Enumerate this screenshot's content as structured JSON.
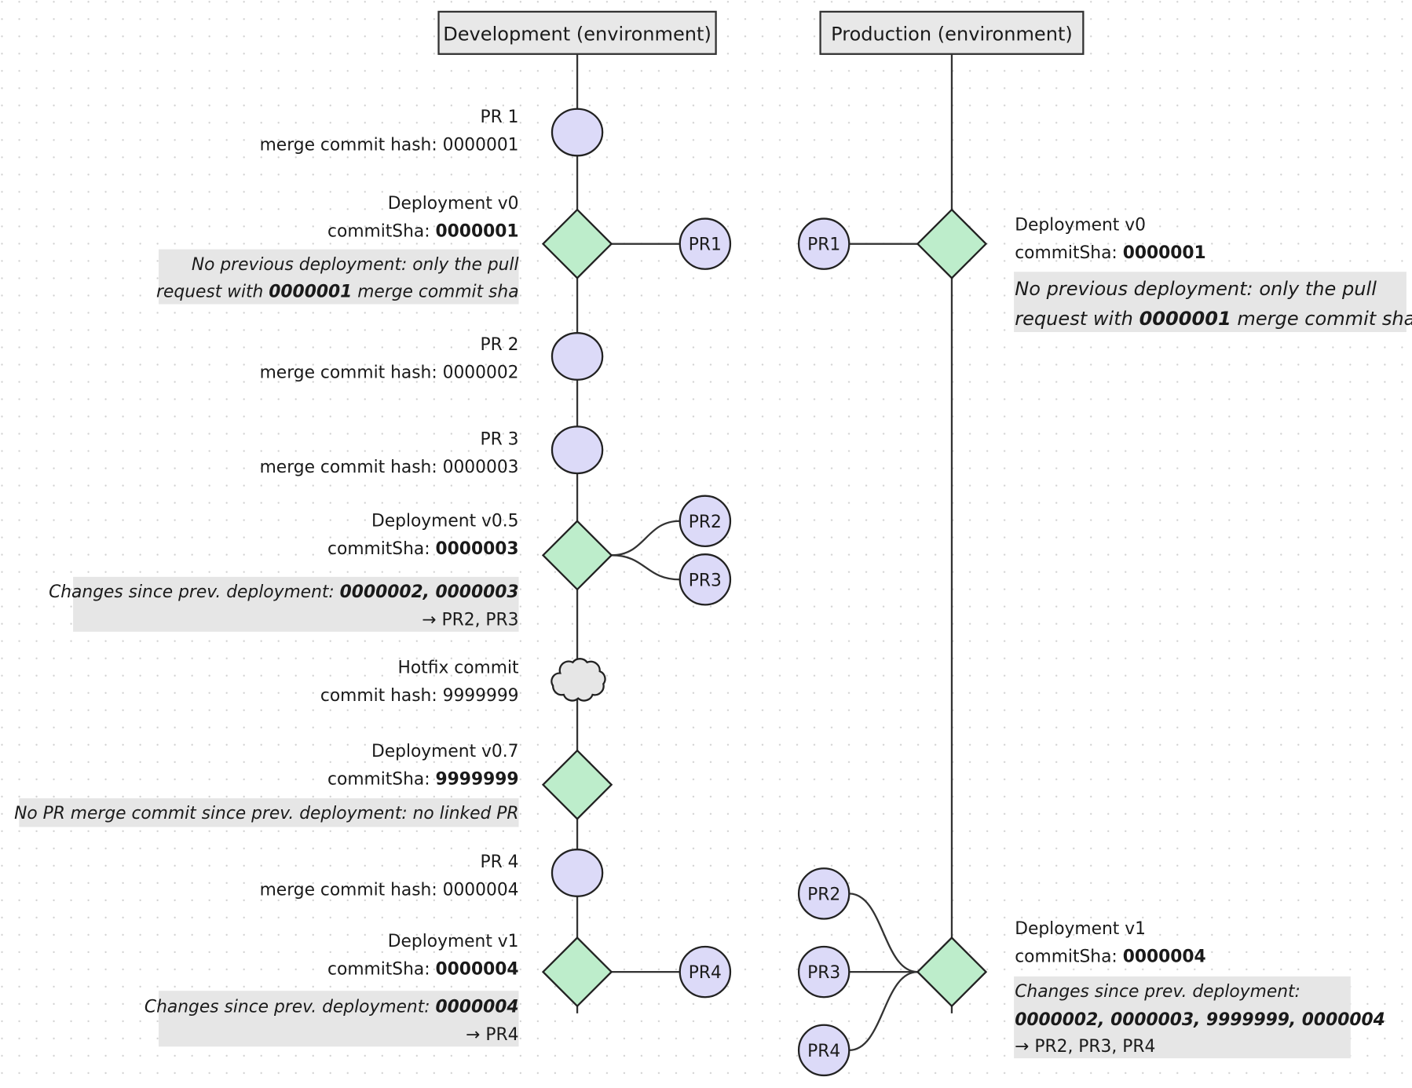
{
  "environments": {
    "development": "Development (environment)",
    "production": "Production (environment)"
  },
  "colors": {
    "pr_node": "#dcdaf8",
    "deployment_node": "#bdedcb",
    "hotfix_node": "#e6e6e6",
    "note_background": "#e6e6e6"
  },
  "development": {
    "pr1": {
      "title": "PR 1",
      "hash_label": "merge commit hash: ",
      "hash": "0000001"
    },
    "dep_v0": {
      "title": "Deployment v0",
      "sha_label": "commitSha: ",
      "sha": "0000001",
      "note_1": "No previous deployment: only the pull",
      "note_2a": "request with ",
      "note_2b": "0000001",
      "note_2c": " merge commit sha",
      "linked_prs": [
        "PR1"
      ]
    },
    "pr2": {
      "title": "PR 2",
      "hash_label": "merge commit hash: ",
      "hash": "0000002"
    },
    "pr3": {
      "title": "PR 3",
      "hash_label": "merge commit hash: ",
      "hash": "0000003"
    },
    "dep_v05": {
      "title": "Deployment v0.5",
      "sha_label": "commitSha: ",
      "sha": "0000003",
      "note_1a": "Changes since prev. deployment: ",
      "note_1b": "0000002, 0000003",
      "note_2": "→ PR2, PR3",
      "linked_prs": [
        "PR2",
        "PR3"
      ]
    },
    "hotfix": {
      "title": "Hotfix commit",
      "hash_label": "commit hash: ",
      "hash": "9999999"
    },
    "dep_v07": {
      "title": "Deployment v0.7",
      "sha_label": "commitSha: ",
      "sha": "9999999",
      "note_1": "No PR merge commit since prev. deployment: no linked PR"
    },
    "pr4": {
      "title": "PR 4",
      "hash_label": "merge commit hash: ",
      "hash": "0000004"
    },
    "dep_v1": {
      "title": "Deployment v1",
      "sha_label": "commitSha: ",
      "sha": "0000004",
      "note_1a": "Changes since prev. deployment: ",
      "note_1b": "0000004",
      "note_2": "→ PR4",
      "linked_prs": [
        "PR4"
      ]
    }
  },
  "production": {
    "dep_v0": {
      "title": "Deployment v0",
      "sha_label": "commitSha: ",
      "sha": "0000001",
      "note_1": "No previous deployment: only the pull",
      "note_2a": "request with ",
      "note_2b": "0000001",
      "note_2c": " merge commit sha",
      "linked_prs": [
        "PR1"
      ]
    },
    "dep_v1": {
      "title": "Deployment v1",
      "sha_label": "commitSha: ",
      "sha": "0000004",
      "note_1": "Changes since prev. deployment:",
      "note_2": "0000002, 0000003, 9999999, 0000004",
      "note_3": "→ PR2, PR3, PR4",
      "linked_prs": [
        "PR2",
        "PR3",
        "PR4"
      ]
    }
  }
}
